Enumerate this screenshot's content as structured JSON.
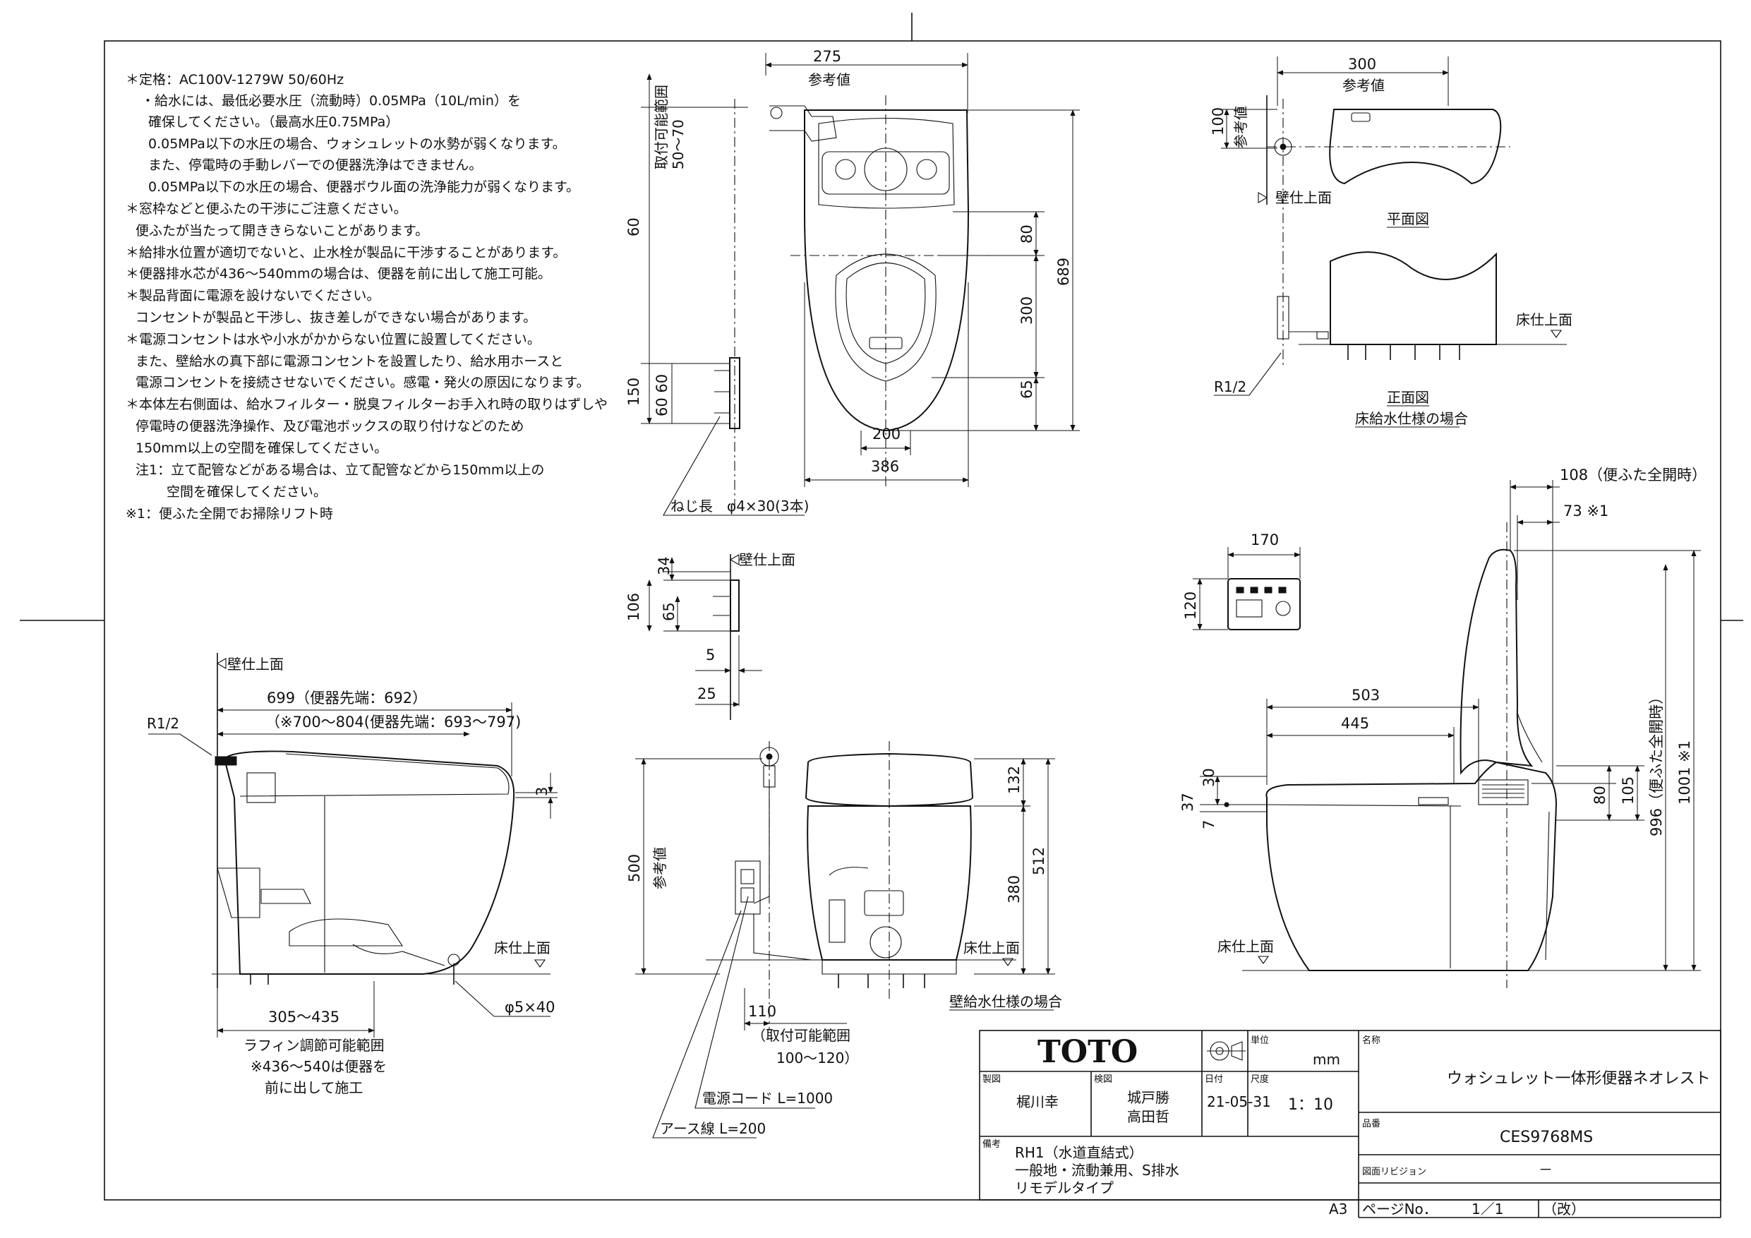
{
  "notes": [
    "＊定格：AC100V-1279W 50/60Hz",
    "・給水には、最低必要水圧（流動時）0.05MPa（10L/min）を",
    "確保してください。（最高水圧0.75MPa）",
    "0.05MPa以下の水圧の場合、ウォシュレットの水勢が弱くなります。",
    "また、停電時の手動レバーでの便器洗浄はできません。",
    "0.05MPa以下の水圧の場合、便器ボウル面の洗浄能力が弱くなります。",
    "＊窓枠などと便ふたの干渉にご注意ください。",
    "便ふたが当たって開ききらないことがあります。",
    "＊給排水位置が適切でないと、止水栓が製品に干渉することがあります。",
    "＊便器排水芯が436～540mmの場合は、便器を前に出して施工可能。",
    "＊製品背面に電源を設けないでください。",
    "コンセントが製品と干渉し、抜き差しができない場合があります。",
    "＊電源コンセントは水や小水がかからない位置に設置してください。",
    "また、壁給水の真下部に電源コンセントを設置したり、給水用ホースと",
    "電源コンセントを接続させないでください。感電・発火の原因になります。",
    "＊本体左右側面は、給水フィルター・脱臭フィルターお手入れ時の取りはずしや",
    "停電時の便器洗浄操作、及び電池ボックスの取り付けなどのため",
    "150mm以上の空間を確保してください。",
    "注1：立て配管などがある場合は、立て配管などから150mm以上の",
    "空間を確保してください。",
    "※1：便ふた全開でお掃除リフト時"
  ],
  "labels": {
    "wall_top": "壁仕上面",
    "floor_top": "床仕上面",
    "ref_value": "参考値",
    "plan_view": "平面図",
    "front_view": "正面図",
    "floor_supply": "床給水仕様の場合",
    "wall_supply": "壁給水仕様の場合",
    "r12": "R1/2",
    "install_range": "取付可能範囲",
    "install_range_val": "50～70",
    "screw": "ねじ長　φ4×30(3本)",
    "phi540": "φ5×40",
    "raffin": "ラフィン調節可能範囲",
    "raffin2": "※436～540は便器を",
    "raffin3": "前に出して施工",
    "d110": "110",
    "range_110": "（取付可能範囲",
    "range_110b": "100～120）",
    "power_cord": "電源コード L=1000",
    "earth": "アース線 L=200",
    "d699": "699（便器先端：692）",
    "d700": "（※700～804(便器先端：693～797)",
    "d305": "305～435",
    "d108": "108（便ふた全開時）",
    "d73": "73 ※1",
    "d1001": "1001 ※1",
    "d996": "996（便ふた全開時）"
  },
  "dims": {
    "d275": "275",
    "d300": "300",
    "d100": "100",
    "d60": "60",
    "d80": "80",
    "d689": "689",
    "d300b": "300",
    "d65": "65",
    "d150": "150",
    "d6060": "60 60",
    "d200": "200",
    "d386": "386",
    "d34": "34",
    "d106": "106",
    "d65b": "65",
    "d5": "5",
    "d25": "25",
    "d3": "3",
    "d500": "500",
    "d132": "132",
    "d380": "380",
    "d512": "512",
    "d170": "170",
    "d120": "120",
    "d503": "503",
    "d445": "445",
    "d30": "30",
    "d37": "37",
    "d7": "7",
    "d80b": "80",
    "d105": "105"
  },
  "title_block": {
    "brand": "TOTO",
    "unit_label": "単位",
    "unit": "mm",
    "name_label": "名称",
    "product_name": "ウォシュレット一体形便器ネオレスト",
    "draft_label": "製図",
    "drafter": "梶川幸",
    "check_label": "検図",
    "checker1": "城戸勝",
    "checker2": "高田哲",
    "date_label": "日付",
    "date": "21-05-31",
    "scale_label": "尺度",
    "scale": "1：10",
    "part_label": "品番",
    "part_no": "CES9768MS",
    "remarks_label": "備考",
    "remark1": "RH1（水道直結式）",
    "remark2": "一般地・流動兼用、S排水",
    "remark3": "リモデルタイプ",
    "revision_label": "図面リビジョン",
    "revision": "－",
    "paper": "A3",
    "page_label": "ページNo．",
    "page": "1／1",
    "sheet_mark": "（改）"
  }
}
